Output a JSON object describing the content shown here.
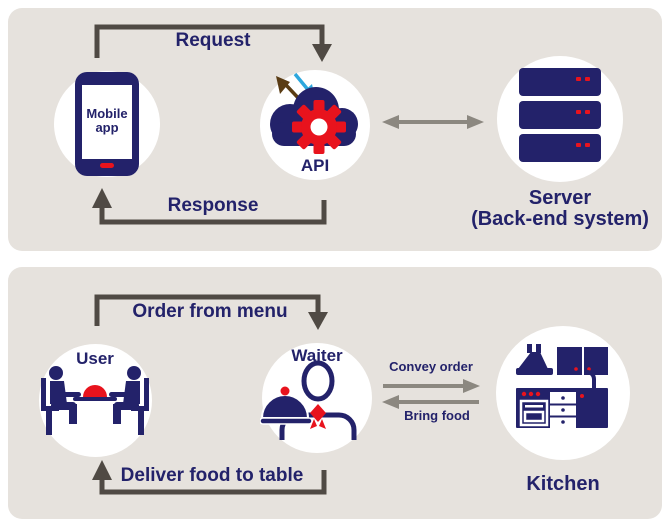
{
  "colors": {
    "navy": "#23226a",
    "red": "#e8131d",
    "panel_background": "#e6e2dd",
    "bracket_arrow": "#504a44",
    "gray_arrow": "#8c8880",
    "blue_arrow": "#2da7dd",
    "brown_arrow": "#5a3c14",
    "circle_background": "#ffffff"
  },
  "top_panel": {
    "request_label": "Request",
    "response_label": "Response",
    "mobile_app": {
      "label_line1": "Mobile",
      "label_line2": "app"
    },
    "api_label": "API",
    "server_label_line1": "Server",
    "server_label_line2": "(Back-end system)"
  },
  "bottom_panel": {
    "order_label": "Order from menu",
    "deliver_label": "Deliver food to table",
    "user_label": "User",
    "waiter_label": "Waiter",
    "convey_label": "Convey order",
    "bring_label": "Bring food",
    "kitchen_label": "Kitchen"
  },
  "icons": {
    "mobile_phone": "smartphone-icon",
    "api_cloud": "cloud-gear-icon",
    "server": "server-stack-icon",
    "user": "diners-at-table-icon",
    "waiter": "waiter-with-cloche-icon",
    "kitchen": "kitchen-stove-icon"
  }
}
